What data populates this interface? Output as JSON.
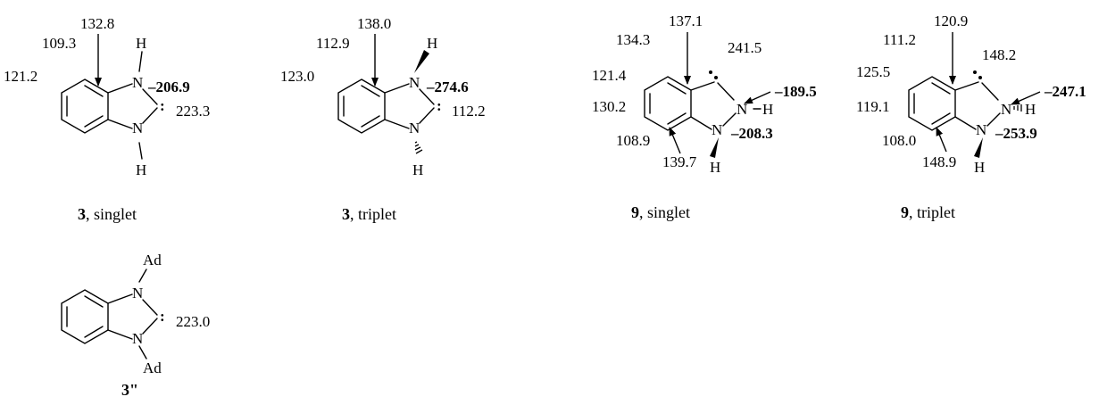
{
  "atoms": {
    "N": "N",
    "H": "H",
    "Ad": "Ad"
  },
  "mol_3s": {
    "caption_num": "3",
    "caption_text": ", singlet",
    "c_top": "132.8",
    "c_upper": "109.3",
    "c_left": "121.2",
    "n_shift": "–206.9",
    "carbene": "223.3"
  },
  "mol_3t": {
    "caption_num": "3",
    "caption_text": ", triplet",
    "c_top": "138.0",
    "c_upper": "112.9",
    "c_left": "123.0",
    "n_shift": "–274.6",
    "carbene": "112.2"
  },
  "mol_9s": {
    "caption_num": "9",
    "caption_text": ", singlet",
    "c_top": "137.1",
    "c_upper": "134.3",
    "c_left": "121.4",
    "c_lower": "130.2",
    "c_bottom": "108.9",
    "c_fused": "139.7",
    "carbene": "241.5",
    "n2_shift": "–189.5",
    "n1_shift": "–208.3"
  },
  "mol_9t": {
    "caption_num": "9",
    "caption_text": ", triplet",
    "c_top": "120.9",
    "c_upper": "111.2",
    "c_left": "125.5",
    "c_lower": "119.1",
    "c_bottom": "108.0",
    "c_fused": "148.9",
    "carbene": "148.2",
    "n2_shift": "–247.1",
    "n1_shift": "–253.9"
  },
  "mol_3dp": {
    "caption": "3\"",
    "carbene": "223.0"
  }
}
